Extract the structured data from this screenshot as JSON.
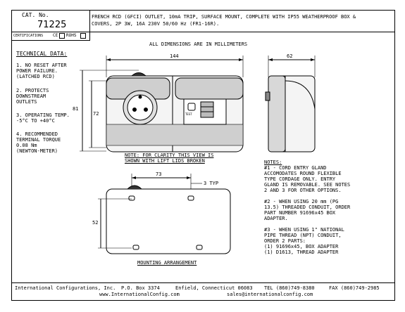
{
  "header": {
    "cat_label": "CAT. No.",
    "cat_number": "71225",
    "description_line1": "FRENCH RCD (GFCI) OUTLET, 10mA TRIP, SURFACE MOUNT, COMPLETE WITH IP55 WEATHERPROOF BOX &",
    "description_line2": "COVERS, 2P 3W, 16A 230V 50/60 Hz (FR1-16R).",
    "certifications_label": "CERTIFICATIONS",
    "cert_ce": "CE",
    "cert_rohs": "ROHS"
  },
  "dimensions_note": "ALL DIMENSIONS ARE IN MILLIMETERS",
  "technical": {
    "title": "TECHNICAL DATA:",
    "items": [
      [
        "1. NO RESET AFTER",
        "POWER FAILURE.",
        "(LATCHED RCD)"
      ],
      [
        "2. PROTECTS",
        "DOWNSTREAM",
        "OUTLETS"
      ],
      [
        "3. OPERATING TEMP.",
        "-5°C TO +40°C"
      ],
      [
        "4. RECOMMENDED",
        "TERMINAL TORQUE",
        "0.08 Nm",
        "(NEWTON-METER)"
      ]
    ]
  },
  "front_view": {
    "width_dim": "144",
    "height_outer_dim": "81",
    "height_inner_dim": "72",
    "test_label": "TEST",
    "note_line1": "NOTE: FOR CLARITY THIS VIEW IS",
    "note_line2": "SHOWN WITH LIFT LIDS BROKEN"
  },
  "side_view": {
    "depth_dim": "62"
  },
  "mounting": {
    "spacing_dim": "73",
    "hole_dim": "3 TYP",
    "vertical_dim": "52",
    "caption": "MOUNTING ARRANGEMENT"
  },
  "notes": {
    "title": "NOTES:",
    "n1": [
      "#1 - CORD ENTRY GLAND",
      "ACCOMODATES ROUND FLEXIBLE",
      "TYPE CORDAGE ONLY. ENTRY",
      "GLAND IS REMOVABLE. SEE NOTES",
      "2 AND 3 FOR OTHER OPTIONS."
    ],
    "n2": [
      "#2 - WHEN USING 20 mm (PG",
      "13.5) THREADED CONDUIT, ORDER",
      "PART NUMBER 91696x45 BOX",
      "ADAPTER."
    ],
    "n3": [
      "#3 - WHEN USING 1\" NATIONAL",
      "PIPE THREAD (NPT) CONDUIT,",
      "ORDER 2 PARTS:",
      "(1) 91696x45, BOX ADAPTER",
      "(1) D1613, THREAD ADAPTER"
    ]
  },
  "footer": {
    "company": "International Configurations, Inc.",
    "pobox": "P.O. Box 3374",
    "city": "Enfield, Connecticut 06083",
    "tel": "TEL (860)749-8380",
    "fax": "FAX (860)749-2985",
    "web": "www.InternationalConfig.com",
    "email": "sales@internationalconfig.com"
  }
}
